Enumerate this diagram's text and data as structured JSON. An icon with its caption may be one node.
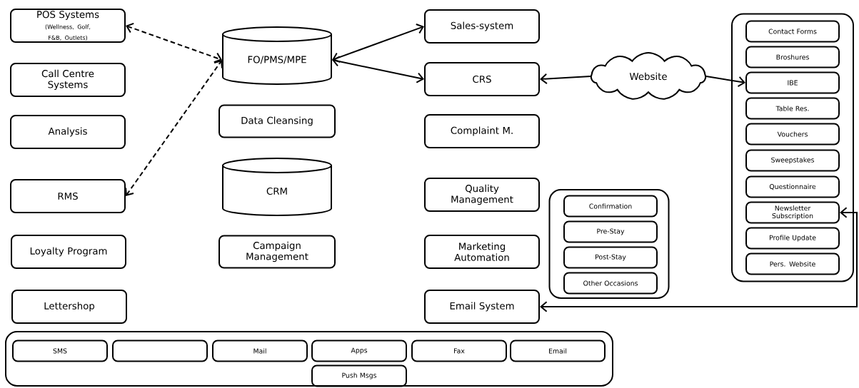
{
  "diagram": {
    "nodes": [
      {
        "text": [
          "POS Systems",
          "(Wellness, Golf, F&B, Outlets)"
        ]
      },
      {
        "text": [
          "Call Centre Systems"
        ]
      },
      {
        "text": [
          "Analysis"
        ]
      },
      {
        "text": [
          "RMS"
        ]
      },
      {
        "text": [
          "Loyalty Program"
        ]
      },
      {
        "text": [
          "Lettershop"
        ]
      },
      {
        "text": [
          "FO/PMS/MPE"
        ]
      },
      {
        "text": [
          "Data Cleansing"
        ]
      },
      {
        "text": [
          "CRM"
        ]
      },
      {
        "text": [
          "Campaign Management"
        ]
      },
      {
        "text": [
          "Sales-system"
        ]
      },
      {
        "text": [
          "CRS"
        ]
      },
      {
        "text": [
          "Complaint M."
        ]
      },
      {
        "text": [
          "Quality Management"
        ]
      },
      {
        "text": [
          "Marketing Automation"
        ]
      },
      {
        "text": [
          "Email System"
        ]
      },
      {
        "text": [
          "Website"
        ]
      },
      {
        "text": [],
        "shape": "box"
      },
      {
        "text": [
          "Confirmation"
        ],
        "in": 17
      },
      {
        "text": [
          "Pre-Stay"
        ],
        "in": 17
      },
      {
        "text": [
          "Post-Stay"
        ],
        "in": 17
      },
      {
        "text": [
          "Other Occasions"
        ],
        "in": 17
      },
      {
        "text": [],
        "shape": "box"
      },
      {
        "text": [
          "Contact Forms"
        ],
        "in": 22
      },
      {
        "text": [
          "Broshures"
        ],
        "in": 22
      },
      {
        "text": [
          "IBE"
        ],
        "in": 22
      },
      {
        "text": [
          "Table Res."
        ],
        "in": 22
      },
      {
        "text": [
          "Vouchers"
        ],
        "in": 22
      },
      {
        "text": [
          "Sweepstakes"
        ],
        "in": 22
      },
      {
        "text": [
          "Questionnaire"
        ],
        "in": 22
      },
      {
        "text": [
          "Newsletter Subscription"
        ],
        "in": 22
      },
      {
        "text": [
          "Profile Update"
        ],
        "in": 22
      },
      {
        "text": [
          "Pers. Website"
        ],
        "in": 22
      },
      {
        "text": [],
        "shape": "box"
      },
      {
        "text": [
          "SMS"
        ],
        "in": 33
      },
      {
        "text": [],
        "shape": "box",
        "in": 33
      },
      {
        "text": [
          "Mail"
        ],
        "in": 33
      },
      {
        "text": [
          "Apps"
        ],
        "in": 33
      },
      {
        "text": [
          "Fax"
        ],
        "in": 33
      },
      {
        "text": [
          "Email"
        ],
        "in": 33
      },
      {
        "text": [
          "Push Msgs"
        ],
        "in": 33
      }
    ],
    "edges": [
      {
        "from": 0,
        "to": 6,
        "arrow": "both",
        "style": "dashed"
      },
      {
        "from": 3,
        "to": 6,
        "arrow": "both",
        "style": "dashed"
      },
      {
        "from": 6,
        "to": 10,
        "arrow": "both"
      },
      {
        "from": 6,
        "to": 11,
        "arrow": "both"
      },
      {
        "from": 16,
        "to": 11,
        "arrow": "to"
      },
      {
        "from": 16,
        "to": 25,
        "arrow": "to"
      },
      {
        "from": 30,
        "to": 15,
        "arrow": "both"
      }
    ]
  }
}
